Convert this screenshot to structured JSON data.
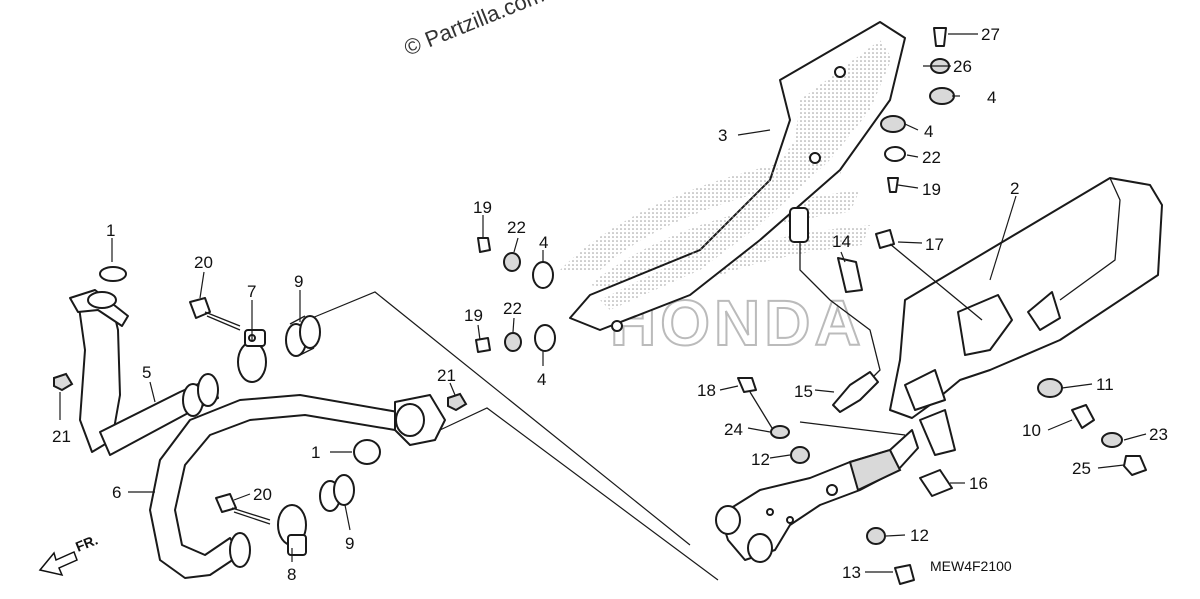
{
  "watermark": "© Partzilla.com",
  "diagram_code": "MEW4F2100",
  "direction_label": "FR.",
  "background_logo": "HONDA",
  "callouts": [
    {
      "id": "c1a",
      "label": "1"
    },
    {
      "id": "c1b",
      "label": "1"
    },
    {
      "id": "c2",
      "label": "2"
    },
    {
      "id": "c3",
      "label": "3"
    },
    {
      "id": "c4a",
      "label": "4"
    },
    {
      "id": "c4b",
      "label": "4"
    },
    {
      "id": "c4c",
      "label": "4"
    },
    {
      "id": "c4d",
      "label": "4"
    },
    {
      "id": "c5",
      "label": "5"
    },
    {
      "id": "c6",
      "label": "6"
    },
    {
      "id": "c7",
      "label": "7"
    },
    {
      "id": "c8",
      "label": "8"
    },
    {
      "id": "c9a",
      "label": "9"
    },
    {
      "id": "c9b",
      "label": "9"
    },
    {
      "id": "c10",
      "label": "10"
    },
    {
      "id": "c11",
      "label": "11"
    },
    {
      "id": "c12a",
      "label": "12"
    },
    {
      "id": "c12b",
      "label": "12"
    },
    {
      "id": "c13",
      "label": "13"
    },
    {
      "id": "c14",
      "label": "14"
    },
    {
      "id": "c15",
      "label": "15"
    },
    {
      "id": "c16",
      "label": "16"
    },
    {
      "id": "c17",
      "label": "17"
    },
    {
      "id": "c18",
      "label": "18"
    },
    {
      "id": "c19a",
      "label": "19"
    },
    {
      "id": "c19b",
      "label": "19"
    },
    {
      "id": "c19c",
      "label": "19"
    },
    {
      "id": "c20a",
      "label": "20"
    },
    {
      "id": "c20b",
      "label": "20"
    },
    {
      "id": "c21a",
      "label": "21"
    },
    {
      "id": "c21b",
      "label": "21"
    },
    {
      "id": "c22a",
      "label": "22"
    },
    {
      "id": "c22b",
      "label": "22"
    },
    {
      "id": "c22c",
      "label": "22"
    },
    {
      "id": "c23",
      "label": "23"
    },
    {
      "id": "c24",
      "label": "24"
    },
    {
      "id": "c25",
      "label": "25"
    },
    {
      "id": "c26",
      "label": "26"
    },
    {
      "id": "c27",
      "label": "27"
    }
  ]
}
